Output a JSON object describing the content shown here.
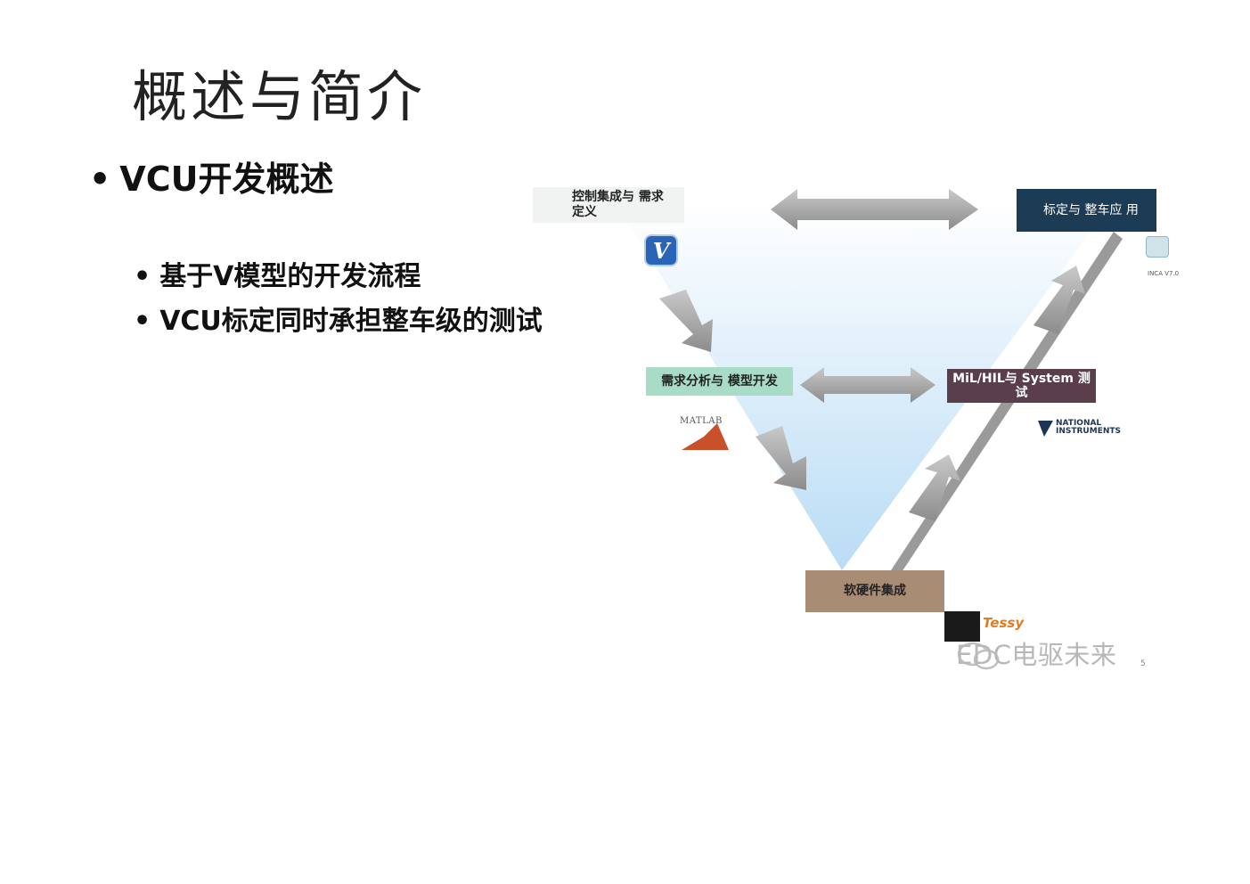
{
  "title": "概述与简介",
  "bullet_main": "VCU开发概述",
  "bullet_sub": [
    "基于V模型的开发流程",
    "VCU标定同时承担整车级的测试"
  ],
  "bullet_dot": "•",
  "diagram": {
    "box_requirements": "控制集成与 需求 定义",
    "box_calibration": "标定与 整车应 用",
    "box_analysis": "需求分析与 模型开发",
    "box_mil_hil": "MiL/HIL与 System 测试",
    "box_integration": "软硬件集成",
    "logo_v_letter": "V",
    "logo_inca_text": "INCA V7.0",
    "logo_matlab_text": "MATLAB",
    "logo_ni_line1": "NATIONAL",
    "logo_ni_line2": "INSTRUMENTS",
    "logo_tessy": "Tessy"
  },
  "watermark": "EDC电驱未来",
  "page_number": "5",
  "colors": {
    "calibration_box": "#1c3c55",
    "analysis_box": "#a9dcc6",
    "mil_box": "#5a3e4c",
    "integration_box": "#a88c74",
    "v_fill": "#cfe6f7"
  }
}
